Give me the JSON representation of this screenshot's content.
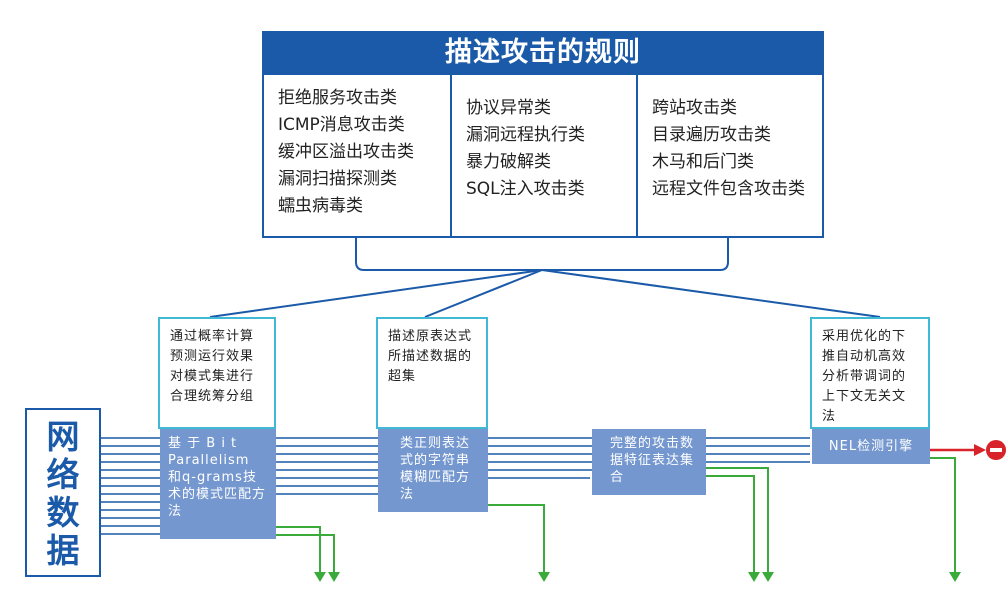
{
  "title": "描述攻击的规则",
  "rule_columns": [
    [
      "拒绝服务攻击类",
      "ICMP消息攻击类",
      "缓冲区溢出攻击类",
      "漏洞扫描探测类",
      "蠕虫病毒类"
    ],
    [
      "协议异常类",
      "漏洞远程执行类",
      "暴力破解类",
      "SQL注入攻击类"
    ],
    [
      "跨站攻击类",
      "目录遍历攻击类",
      "木马和后门类",
      "远程文件包含攻击类"
    ]
  ],
  "network": [
    "网",
    "络",
    "数",
    "据"
  ],
  "descriptions": [
    "通过概率计算预测运行效果对模式集进行合理统筹分组",
    "描述原表达式所描述数据的超集",
    "采用优化的下推自动机高效分析带调词的上下文无关文法"
  ],
  "methods": [
    "基 于 B i t Parallelism 和q-grams技术的模式匹配方法",
    "类正则表达式的字符串模糊匹配方法",
    "完整的攻击数据特征表达集合",
    "NEL检测引擎"
  ],
  "colors": {
    "blue": "#1a5aa8",
    "cyan": "#3fb9d6",
    "method": "#7497cf",
    "green": "#3aab3a",
    "red": "#d8232a"
  }
}
